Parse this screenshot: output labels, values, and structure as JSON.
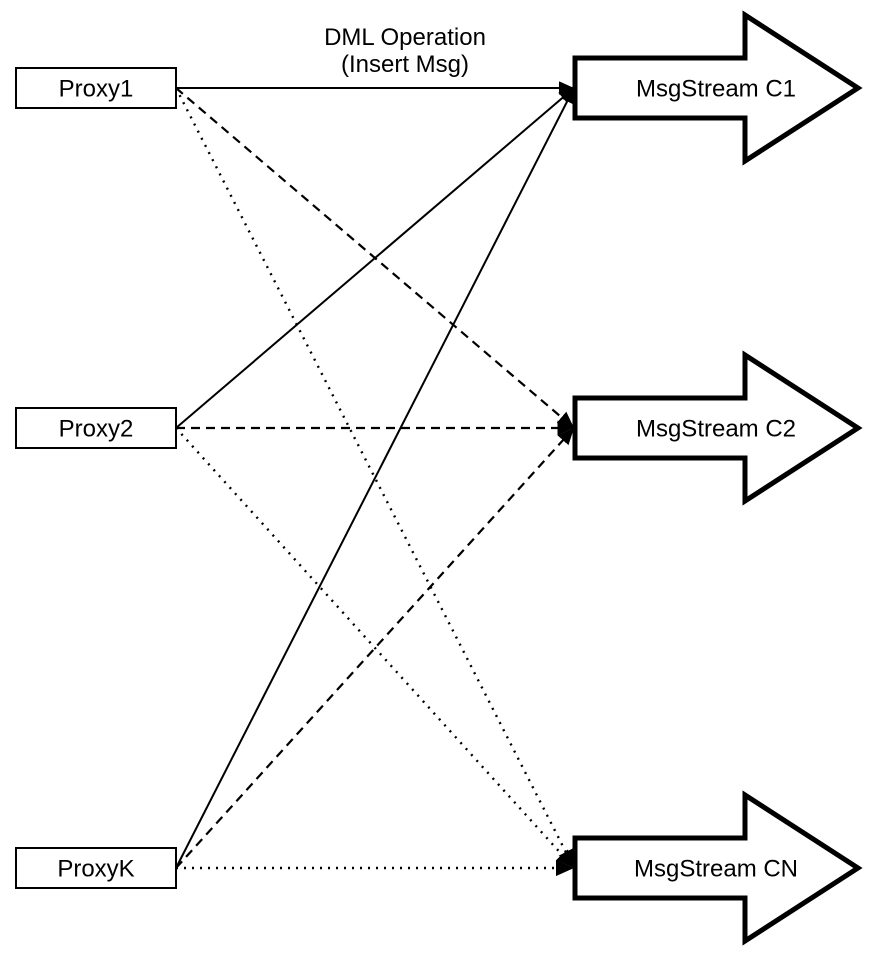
{
  "title": {
    "line1": "DML Operation",
    "line2": "(Insert Msg)"
  },
  "proxies": [
    {
      "id": "proxy1",
      "label": "Proxy1"
    },
    {
      "id": "proxy2",
      "label": "Proxy2"
    },
    {
      "id": "proxyk",
      "label": "ProxyK"
    }
  ],
  "streams": [
    {
      "id": "c1",
      "label": "MsgStream C1"
    },
    {
      "id": "c2",
      "label": "MsgStream C2"
    },
    {
      "id": "cn",
      "label": "MsgStream CN"
    }
  ],
  "edges": [
    {
      "from": "Proxy1",
      "to": "MsgStream C1",
      "style": "solid"
    },
    {
      "from": "Proxy2",
      "to": "MsgStream C1",
      "style": "solid"
    },
    {
      "from": "ProxyK",
      "to": "MsgStream C1",
      "style": "solid"
    },
    {
      "from": "Proxy1",
      "to": "MsgStream C2",
      "style": "dashed"
    },
    {
      "from": "Proxy2",
      "to": "MsgStream C2",
      "style": "dashed"
    },
    {
      "from": "ProxyK",
      "to": "MsgStream C2",
      "style": "dashed"
    },
    {
      "from": "Proxy1",
      "to": "MsgStream CN",
      "style": "dotted"
    },
    {
      "from": "Proxy2",
      "to": "MsgStream CN",
      "style": "dotted"
    },
    {
      "from": "ProxyK",
      "to": "MsgStream CN",
      "style": "dotted"
    }
  ],
  "colors": {
    "stroke": "#000000",
    "fill": "#ffffff",
    "background": "#ffffff",
    "text": "#000000"
  }
}
